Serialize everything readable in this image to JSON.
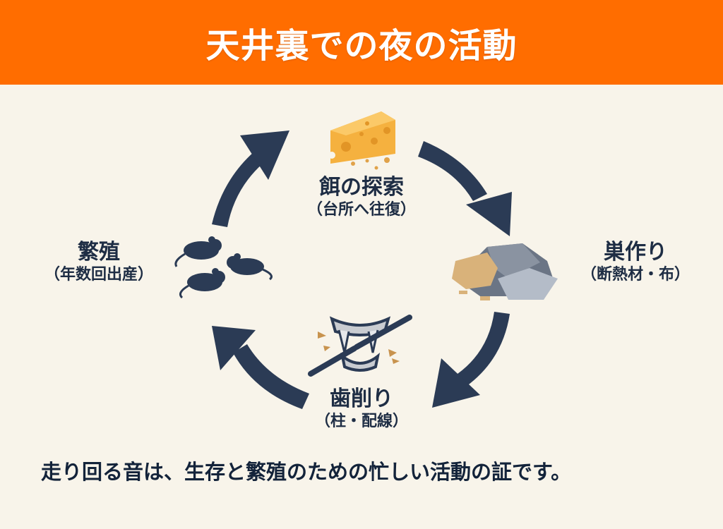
{
  "header": {
    "title": "天井裏での夜の活動"
  },
  "cycle": {
    "steps": [
      {
        "id": "food",
        "title": "餌の探索",
        "subtitle": "（台所へ往復）",
        "icon": "cheese-icon"
      },
      {
        "id": "nest",
        "title": "巣作り",
        "subtitle": "（断熱材・布）",
        "icon": "nest-material-icon"
      },
      {
        "id": "gnaw",
        "title": "歯削り",
        "subtitle": "（柱・配線）",
        "icon": "gnawing-teeth-icon"
      },
      {
        "id": "breed",
        "title": "繁殖",
        "subtitle": "（年数回出産）",
        "icon": "mice-icon"
      }
    ],
    "direction": "clockwise"
  },
  "footer": {
    "caption": "走り回る音は、生存と繁殖のための忙しい活動の証です。"
  },
  "colors": {
    "header_bg": "#ff6d00",
    "background": "#f8f4ea",
    "arrow": "#2b3b55",
    "text": "#1e2d44",
    "cheese": "#f5b13f"
  }
}
